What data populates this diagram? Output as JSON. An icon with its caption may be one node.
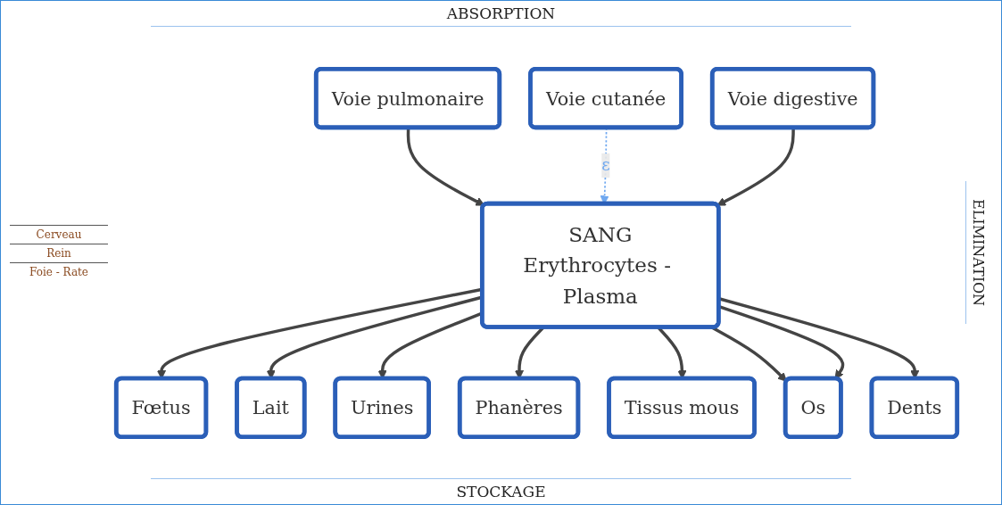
{
  "diagram": {
    "nodes": [
      {
        "text": [
          "Voie pulmonaire"
        ]
      },
      {
        "text": [
          "Voie cutanée"
        ]
      },
      {
        "text": [
          "Voie digestive"
        ]
      },
      {
        "text": [
          "SANG",
          "Erythrocytes - Plasma"
        ]
      },
      {
        "text": [
          "Fœtus"
        ]
      },
      {
        "text": [
          "Lait"
        ]
      },
      {
        "text": [
          "Urines"
        ]
      },
      {
        "text": [
          "Phanères"
        ]
      },
      {
        "text": [
          "Tissus mous"
        ]
      },
      {
        "text": [
          "Os"
        ]
      },
      {
        "text": [
          "Dents"
        ]
      }
    ],
    "edges": [
      {
        "from": 0,
        "to": 3,
        "arrow": "to"
      },
      {
        "from": 1,
        "to": 3,
        "arrow": "to",
        "label": "ε",
        "style": "dashed",
        "color": "#6fa8f0"
      },
      {
        "from": 2,
        "to": 3,
        "arrow": "to"
      },
      {
        "from": 3,
        "to": 4,
        "arrow": "to"
      },
      {
        "from": 3,
        "to": 5,
        "arrow": "to"
      },
      {
        "from": 3,
        "to": 6,
        "arrow": "to"
      },
      {
        "from": 3,
        "to": 7,
        "arrow": "to"
      },
      {
        "from": 3,
        "to": 8,
        "arrow": "to"
      },
      {
        "from": 3,
        "to": 9,
        "arrow": "to"
      },
      {
        "from": 3,
        "to": 9,
        "arrow": "to"
      },
      {
        "from": 3,
        "to": 10,
        "arrow": "to"
      }
    ],
    "labels": [
      "ABSORPTION",
      "ELIMINATION",
      "Cerveau",
      "Rein",
      "Foie - Rate",
      "STOCKAGE"
    ]
  }
}
